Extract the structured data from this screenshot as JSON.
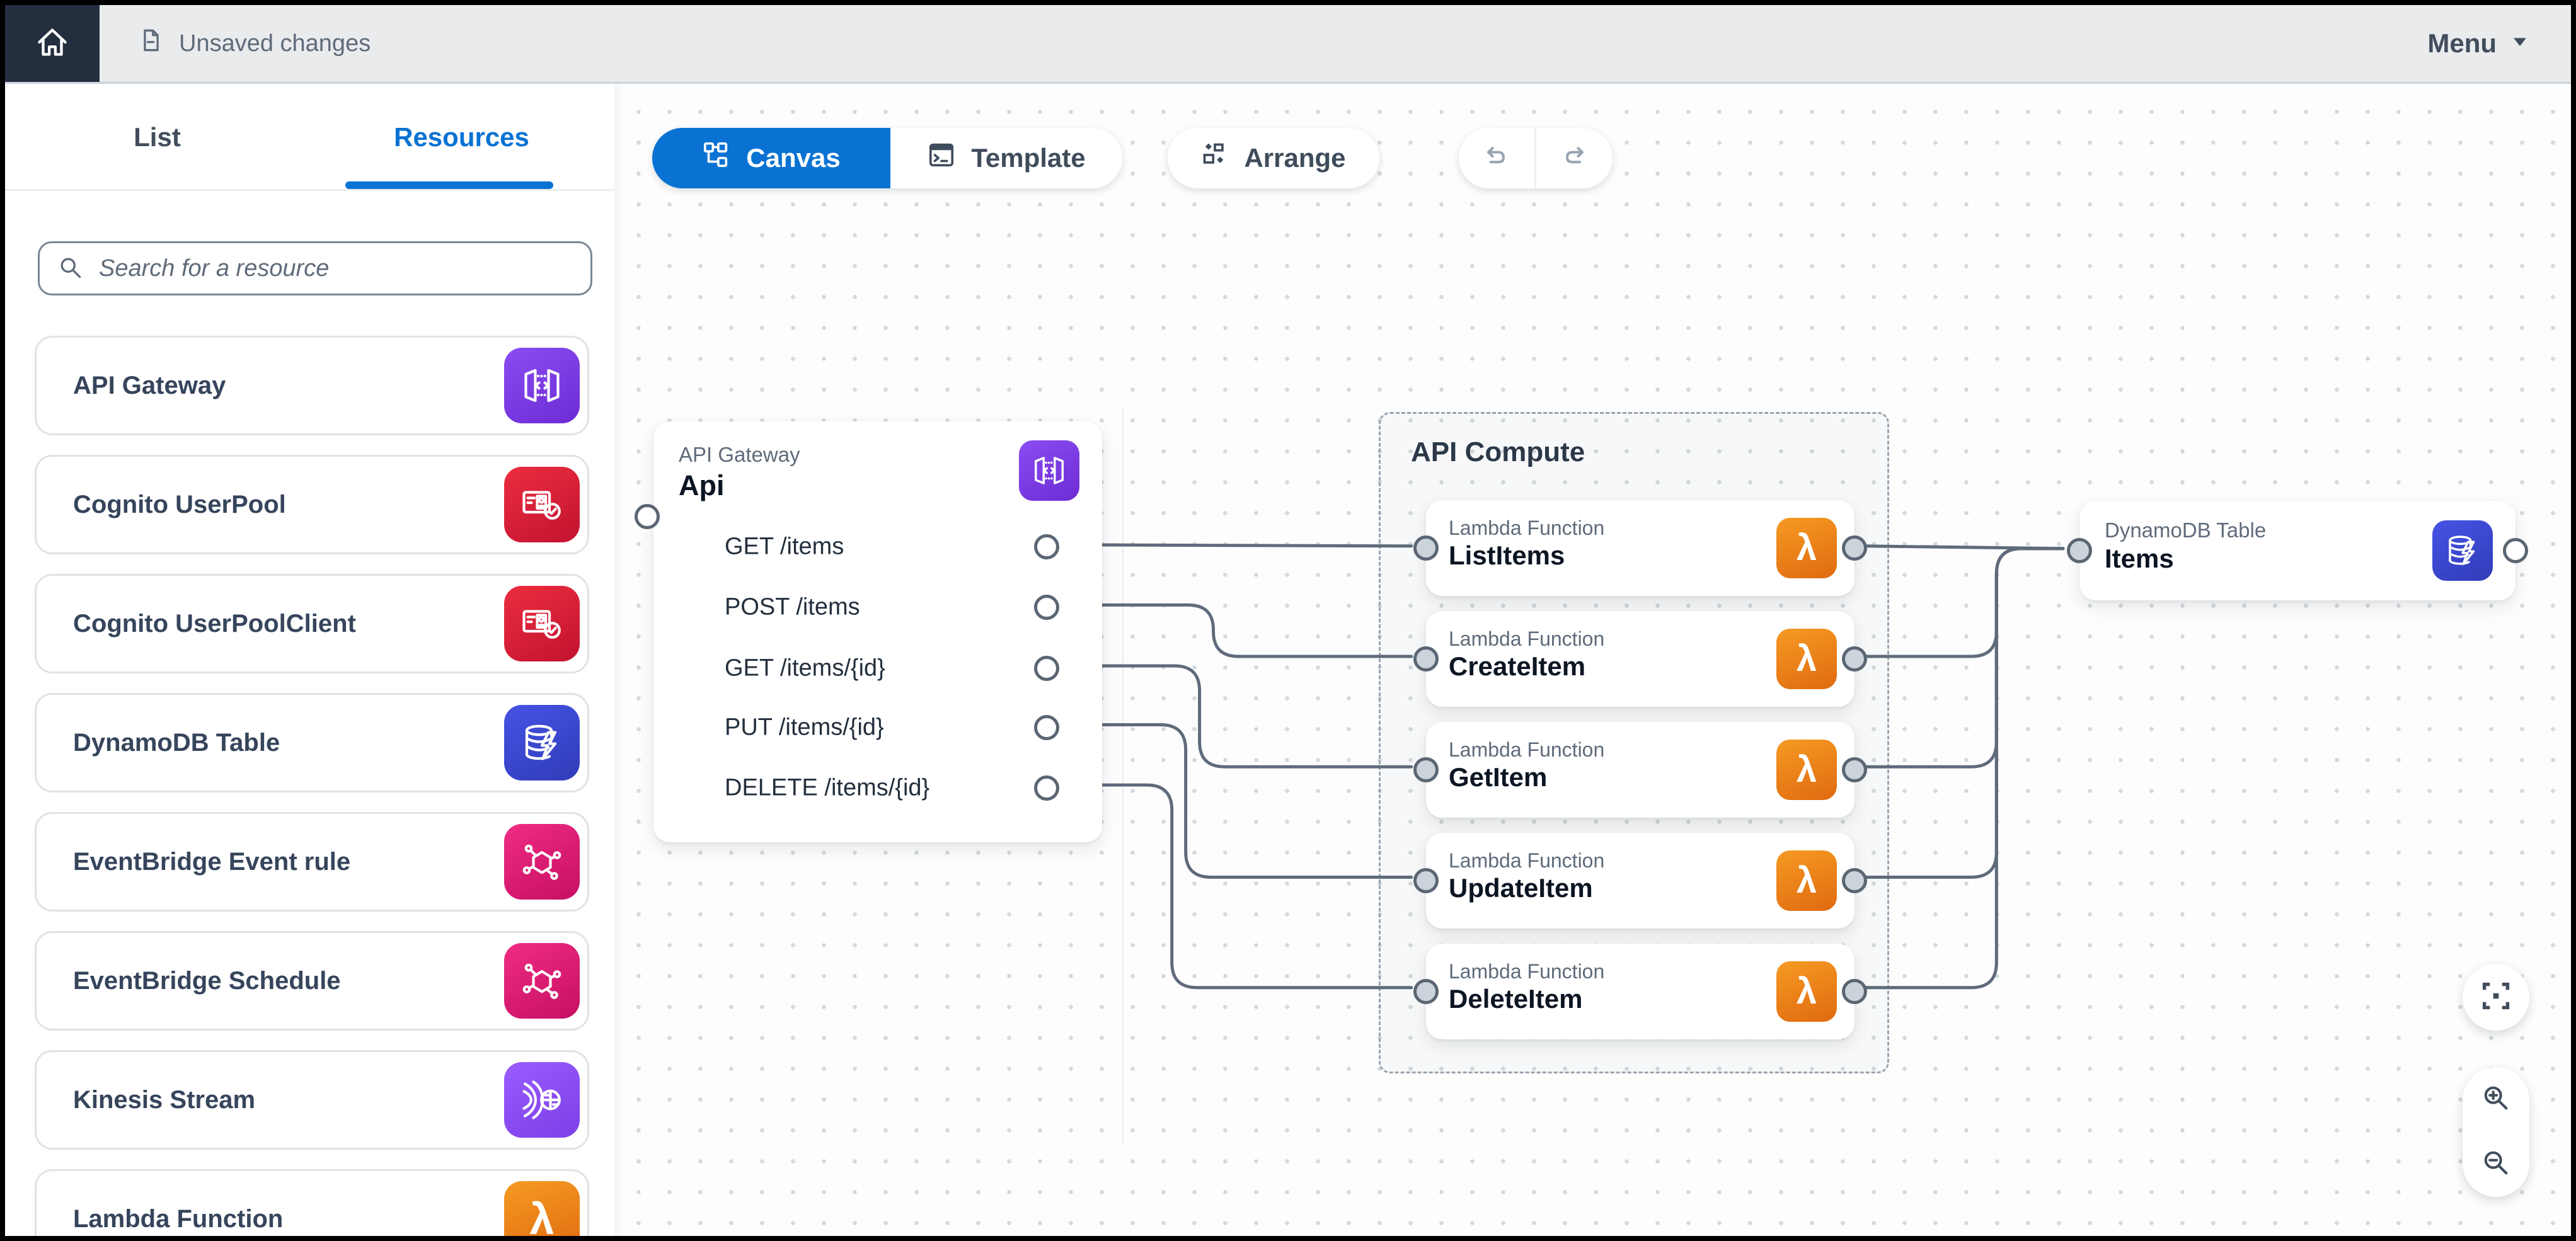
{
  "topbar": {
    "home_icon": "home-icon",
    "status_icon": "file-unsaved-icon",
    "status_label": "Unsaved changes",
    "menu_label": "Menu",
    "menu_icon": "caret-down-icon"
  },
  "sidebar": {
    "tabs": [
      {
        "label": "List",
        "active": false
      },
      {
        "label": "Resources",
        "active": true
      }
    ],
    "search_placeholder": "Search for a resource",
    "resources": [
      {
        "label": "API Gateway",
        "icon": "api-gateway-icon",
        "bg": "linear-gradient(150deg,#8a4df2,#6d2bd4)"
      },
      {
        "label": "Cognito UserPool",
        "icon": "cognito-userpool-icon",
        "bg": "linear-gradient(150deg,#ec2d3f,#c21330)"
      },
      {
        "label": "Cognito UserPoolClient",
        "icon": "cognito-userpool-icon",
        "bg": "linear-gradient(150deg,#ec2d3f,#c21330)"
      },
      {
        "label": "DynamoDB Table",
        "icon": "dynamodb-icon",
        "bg": "linear-gradient(150deg,#4653e4,#303cb8)"
      },
      {
        "label": "EventBridge Event rule",
        "icon": "eventbridge-icon",
        "bg": "linear-gradient(150deg,#f02c84,#c50f63)"
      },
      {
        "label": "EventBridge Schedule",
        "icon": "eventbridge-icon",
        "bg": "linear-gradient(150deg,#f02c84,#c50f63)"
      },
      {
        "label": "Kinesis Stream",
        "icon": "kinesis-icon",
        "bg": "linear-gradient(150deg,#9a5cff,#7c3fe6)"
      },
      {
        "label": "Lambda Function",
        "icon": "lambda-icon",
        "bg": "linear-gradient(160deg,#f59a23,#e06a10)"
      }
    ]
  },
  "toolbar": {
    "canvas_label": "Canvas",
    "template_label": "Template",
    "arrange_label": "Arrange",
    "undo_icon": "undo-icon",
    "redo_icon": "redo-icon"
  },
  "canvas": {
    "api": {
      "type_label": "API Gateway",
      "name": "Api",
      "bg": "linear-gradient(150deg,#8a4df2,#6d2bd4)",
      "routes": [
        "GET /items",
        "POST /items",
        "GET /items/{id}",
        "PUT /items/{id}",
        "DELETE /items/{id}"
      ]
    },
    "group": {
      "title": "API Compute",
      "lambda_bg": "linear-gradient(160deg,#f59a23,#e06a10)",
      "functions": [
        {
          "type_label": "Lambda Function",
          "name": "ListItems"
        },
        {
          "type_label": "Lambda Function",
          "name": "CreateItem"
        },
        {
          "type_label": "Lambda Function",
          "name": "GetItem"
        },
        {
          "type_label": "Lambda Function",
          "name": "UpdateItem"
        },
        {
          "type_label": "Lambda Function",
          "name": "DeleteItem"
        }
      ]
    },
    "table": {
      "type_label": "DynamoDB Table",
      "name": "Items",
      "bg": "linear-gradient(150deg,#4653e4,#303cb8)"
    },
    "connections": [
      {
        "from": "Api GET /items",
        "to": "ListItems"
      },
      {
        "from": "Api POST /items",
        "to": "CreateItem"
      },
      {
        "from": "Api GET /items/{id}",
        "to": "GetItem"
      },
      {
        "from": "Api PUT /items/{id}",
        "to": "UpdateItem"
      },
      {
        "from": "Api DELETE /items/{id}",
        "to": "DeleteItem"
      },
      {
        "from": "ListItems",
        "to": "Items"
      },
      {
        "from": "CreateItem",
        "to": "Items"
      },
      {
        "from": "GetItem",
        "to": "Items"
      },
      {
        "from": "UpdateItem",
        "to": "Items"
      },
      {
        "from": "DeleteItem",
        "to": "Items"
      }
    ],
    "controls": {
      "fit": "fit-view-icon",
      "zoom_in": "zoom-in-icon",
      "zoom_out": "zoom-out-icon"
    }
  },
  "colors": {
    "accent_blue": "#0972d3",
    "topbar_bg": "#e9ebed",
    "home_bg": "#232f3e",
    "line": "#5f6b7a",
    "text_dark": "#0c1522",
    "text_secondary": "#5f6b7a"
  }
}
